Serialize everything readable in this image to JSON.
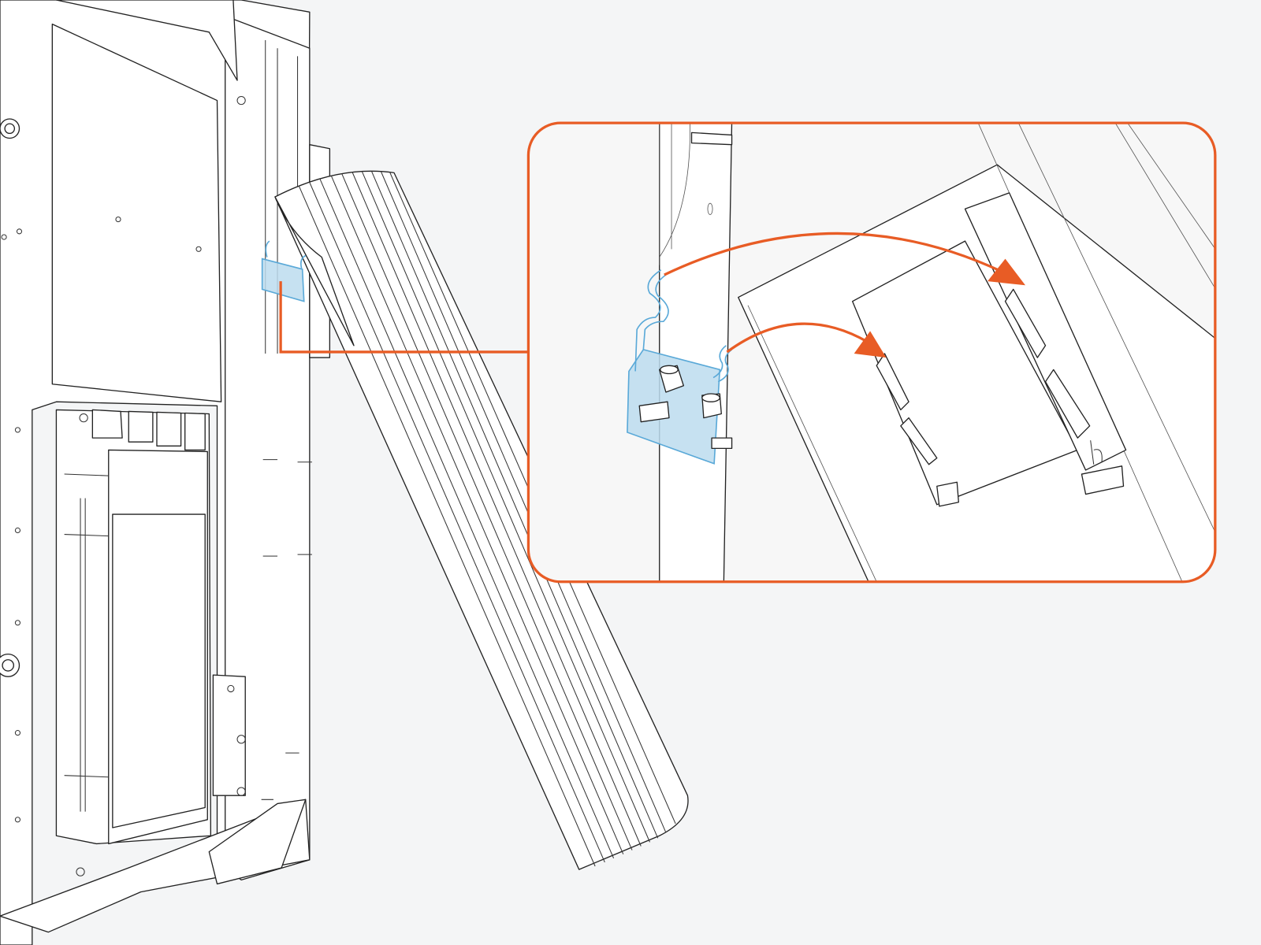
{
  "colors": {
    "background": "#f4f5f6",
    "callout": "#e85c25",
    "highlight": "#5aa9d8",
    "highlight_fill": "#bcdcef"
  },
  "icons": [
    "mounting-bracket-highlight",
    "callout-arrow-upper",
    "callout-arrow-lower"
  ]
}
